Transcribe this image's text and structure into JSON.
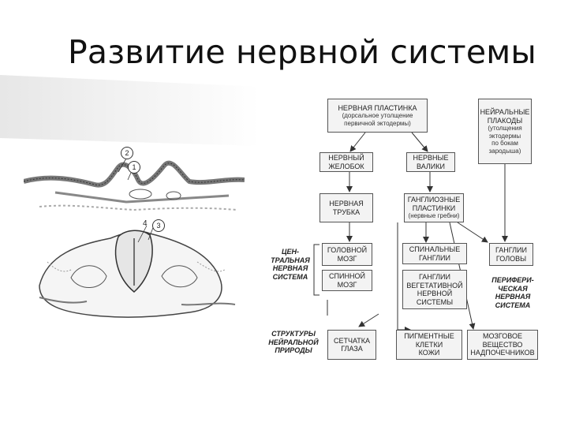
{
  "slide": {
    "title": "Развитие нервной системы"
  },
  "figure": {
    "labels": [
      "2",
      "1",
      "4",
      "3"
    ]
  },
  "diagram": {
    "boxes": {
      "neural_plate": {
        "title": "НЕРВНАЯ ПЛАСТИНКА",
        "sub1": "(дорсальное утолщение",
        "sub2": "первичной эктодермы)"
      },
      "placodes": {
        "l1": "НЕЙРАЛЬНЫЕ",
        "l2": "ПЛАКОДЫ",
        "s1": "(утолщения",
        "s2": "эктодермы",
        "s3": "по бокам",
        "s4": "зародыша)"
      },
      "groove": {
        "l1": "НЕРВНЫЙ",
        "l2": "ЖЕЛОБОК"
      },
      "folds": {
        "l1": "НЕРВНЫЕ",
        "l2": "ВАЛИКИ"
      },
      "tube": {
        "l1": "НЕРВНАЯ",
        "l2": "ТРУБКА"
      },
      "ganglion_plates": {
        "l1": "ГАНГЛИОЗНЫЕ",
        "l2": "ПЛАСТИНКИ",
        "sub": "(нервные гребни)"
      },
      "brain": {
        "l1": "ГОЛОВНОЙ",
        "l2": "МОЗГ"
      },
      "spinal_cord": {
        "l1": "СПИННОЙ",
        "l2": "МОЗГ"
      },
      "spinal_ganglia": {
        "l1": "СПИНАЛЬНЫЕ",
        "l2": "ГАНГЛИИ"
      },
      "autonomic_ganglia": {
        "l1": "ГАНГЛИИ",
        "l2": "ВЕГЕТАТИВНОЙ",
        "l3": "НЕРВНОЙ",
        "l4": "СИСТЕМЫ"
      },
      "head_ganglia": {
        "l1": "ГАНГЛИИ",
        "l2": "ГОЛОВЫ"
      },
      "retina": {
        "l1": "СЕТЧАТКА",
        "l2": "ГЛАЗА"
      },
      "pigment_cells": {
        "l1": "ПИГМЕНТНЫЕ",
        "l2": "КЛЕТКИ",
        "l3": "КОЖИ"
      },
      "adrenal_medulla": {
        "l1": "МОЗГОВОЕ",
        "l2": "ВЕЩЕСТВО",
        "l3": "НАДПОЧЕЧНИКОВ"
      }
    },
    "labels": {
      "cns": {
        "l1": "ЦЕН-",
        "l2": "ТРАЛЬНАЯ",
        "l3": "НЕРВНАЯ",
        "l4": "СИСТЕМА"
      },
      "pns": {
        "l1": "ПЕРИФЕРИ-",
        "l2": "ЧЕСКАЯ",
        "l3": "НЕРВНАЯ",
        "l4": "СИСТЕМА"
      },
      "neural_structures": {
        "l1": "СТРУКТУРЫ",
        "l2": "НЕЙРАЛЬНОЙ",
        "l3": "ПРИРОДЫ"
      }
    }
  }
}
